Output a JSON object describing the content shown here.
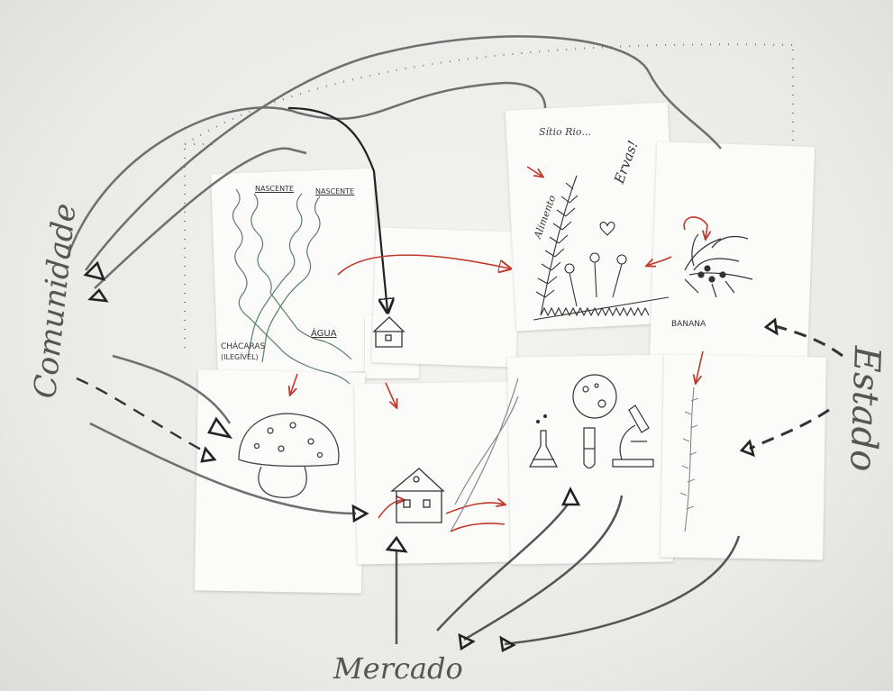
{
  "labels": {
    "comunidade": "Comunidade",
    "mercado": "Mercado",
    "estado": "Estado",
    "agua": "ÁGUA",
    "chacaras": "CHÁCARAS",
    "chacaras2": "(ILEGÍVEL)",
    "banana": "BANANA",
    "topleft1": "NASCENTE",
    "topleft2": "NASCENTE",
    "topright": "Sítio Rio...",
    "ervas": "Ervas!",
    "alimento": "Alimento"
  },
  "icons": [
    "river-icon",
    "house-icon",
    "mushroom-icon",
    "fern-icon",
    "flower-icon",
    "banana-plant-icon",
    "planet-icon",
    "lab-flask-icon",
    "test-tube-icon",
    "microscope-icon",
    "arrow-icon"
  ]
}
